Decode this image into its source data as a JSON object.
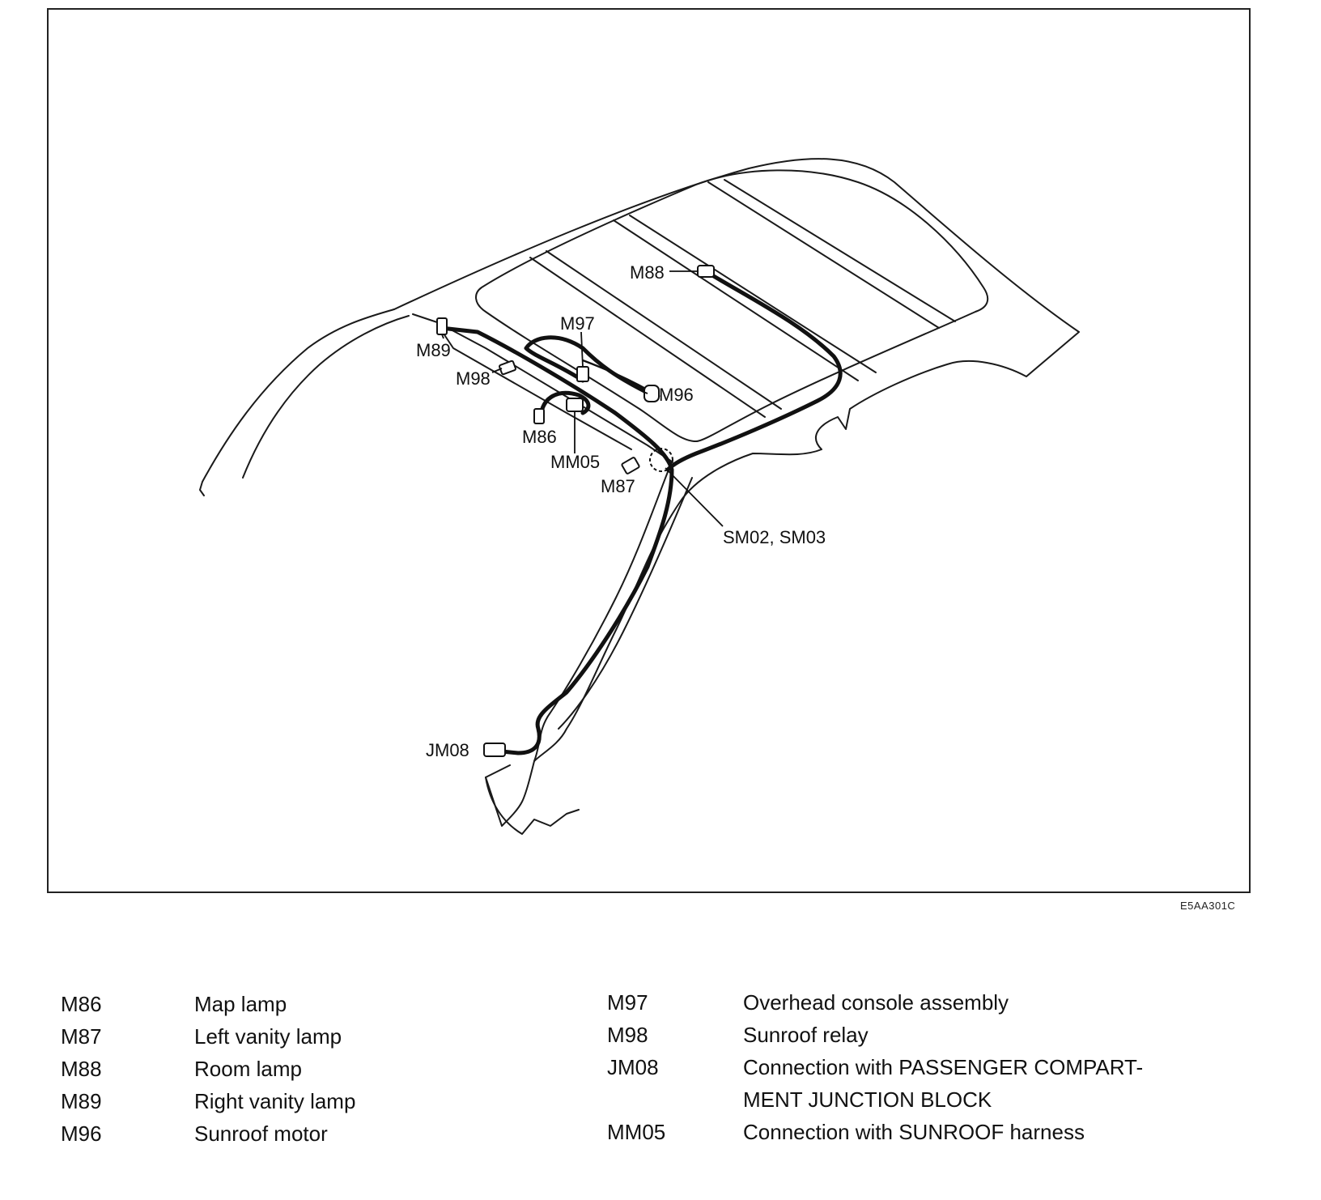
{
  "figure_code": "E5AA301C",
  "diagram_labels": {
    "m88": "M88",
    "m97": "M97",
    "m89": "M89",
    "m98": "M98",
    "m96": "M96",
    "m86": "M86",
    "mm05": "MM05",
    "m87": "M87",
    "sm02_sm03": "SM02, SM03",
    "jm08": "JM08"
  },
  "legend_left": [
    {
      "code": "M86",
      "desc": "Map lamp"
    },
    {
      "code": "M87",
      "desc": "Left vanity lamp"
    },
    {
      "code": "M88",
      "desc": "Room lamp"
    },
    {
      "code": "M89",
      "desc": "Right vanity lamp"
    },
    {
      "code": "M96",
      "desc": "Sunroof motor"
    }
  ],
  "legend_right": [
    {
      "code": "M97",
      "desc": "Overhead console assembly"
    },
    {
      "code": "M98",
      "desc": "Sunroof relay"
    },
    {
      "code": "JM08",
      "desc": "Connection with PASSENGER COMPART-"
    },
    {
      "code": "",
      "desc": "MENT JUNCTION BLOCK"
    },
    {
      "code": "MM05",
      "desc": "Connection with SUNROOF harness"
    }
  ]
}
